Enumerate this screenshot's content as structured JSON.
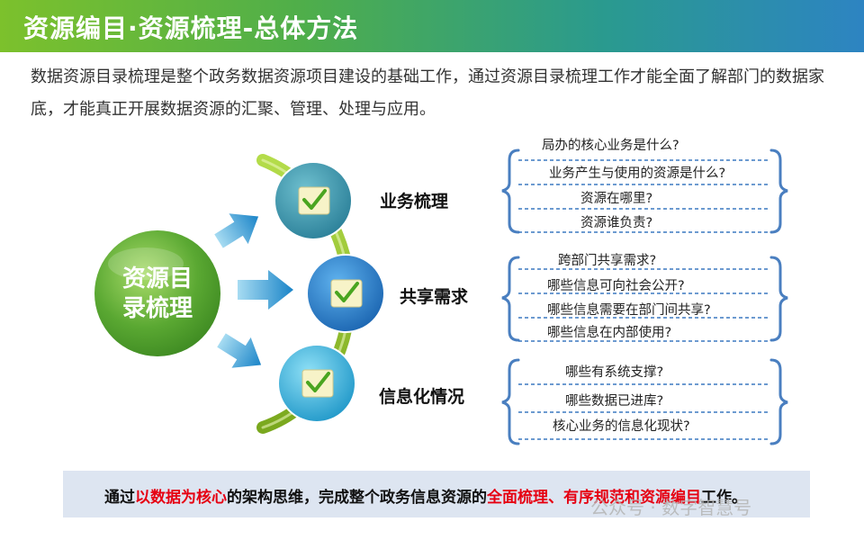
{
  "header": {
    "title": "资源编目·资源梳理-总体方法"
  },
  "intro": "数据资源目录梳理是整个政务数据资源项目建设的基础工作，通过资源目录梳理工作才能全面了解部门的数据家底，才能真正开展数据资源的汇聚、管理、处理与应用。",
  "core": {
    "line1": "资源目",
    "line2": "录梳理"
  },
  "nodes": [
    {
      "label": "业务梳理",
      "questions": [
        "局办的核心业务是什么?",
        "业务产生与使用的资源是什么?",
        "资源在哪里?",
        "资源谁负责?"
      ]
    },
    {
      "label": "共享需求",
      "questions": [
        "跨部门共享需求?",
        "哪些信息可向社会公开?",
        "哪些信息需要在部门间共享?",
        "哪些信息在内部使用?"
      ]
    },
    {
      "label": "信息化情况",
      "questions": [
        "哪些有系统支撑?",
        "哪些数据已进库?",
        "核心业务的信息化现状?"
      ]
    }
  ],
  "footer": {
    "part1": "通过",
    "hl1": "以数据为核心",
    "part2": "的架构思维，完成整个政务信息资源的",
    "hl2": "全面梳理、有序规范和资源编目",
    "part3": "工作。"
  },
  "watermark": "公众号 · 数字智慧号",
  "icons": [
    "check-icon",
    "arrow-right-icon",
    "bracket-icon"
  ],
  "colors": {
    "title_start": "#7cc12c",
    "title_end": "#2d84c2",
    "core": "#5aa832",
    "node1": "#2f8fa6",
    "node2": "#1f78c8",
    "node3": "#2aa8d8",
    "highlight": "#e60012",
    "footer_bg": "#dde5f1"
  }
}
